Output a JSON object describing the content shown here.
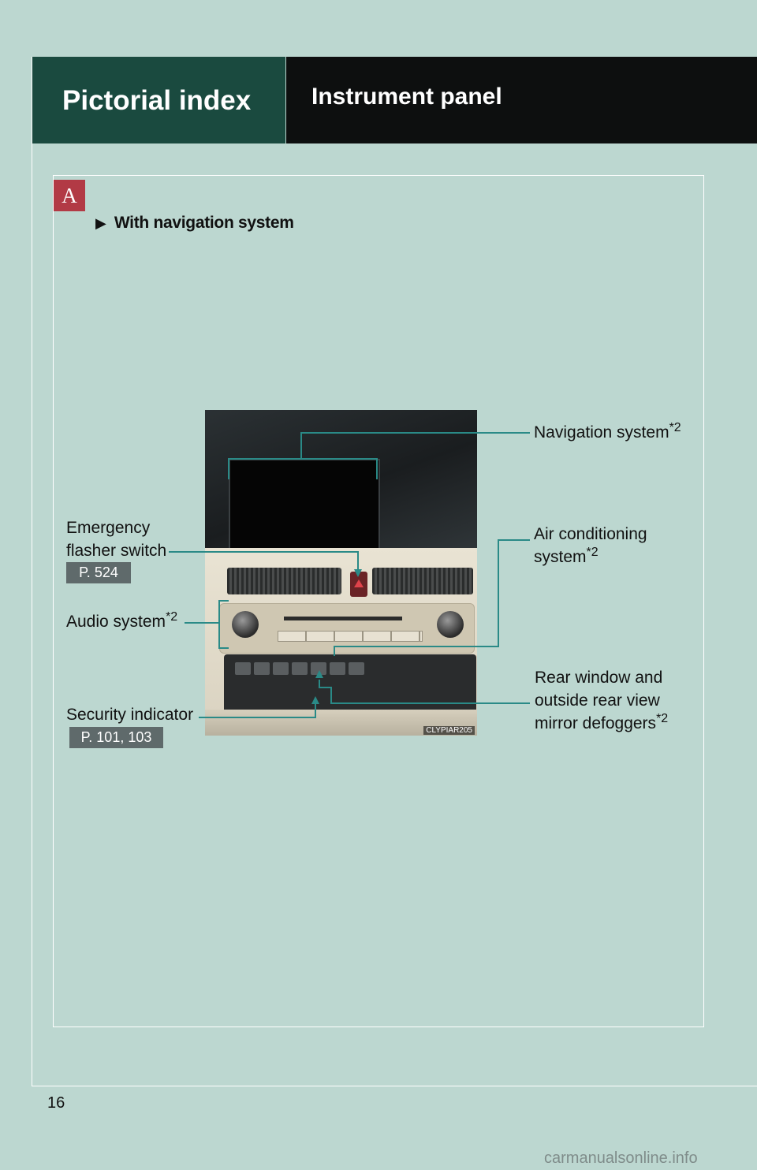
{
  "header": {
    "section_title": "Pictorial index",
    "page_title": "Instrument panel"
  },
  "section_badge": "A",
  "variant": {
    "marker": "▶",
    "label": "With navigation system"
  },
  "image": {
    "code": "CLYPIAR205"
  },
  "callouts": {
    "navigation": {
      "label": "Navigation system",
      "note": "*2"
    },
    "air_conditioning": {
      "line1": "Air conditioning",
      "line2": "system",
      "note": "*2"
    },
    "rear_window": {
      "line1": "Rear window and",
      "line2": "outside rear view",
      "line3": "mirror defoggers",
      "note": "*2"
    },
    "emergency": {
      "line1": "Emergency",
      "line2": "flasher switch",
      "ref": "P. 524"
    },
    "audio": {
      "label": "Audio system",
      "note": "*2"
    },
    "security": {
      "label": "Security indicator",
      "ref": "P. 101, 103"
    }
  },
  "colors": {
    "page_background": "#bcd7d0",
    "header_section_bg": "#1a4a3f",
    "header_page_bg": "#0d0f0f",
    "badge": "#b23a45",
    "ref_tag": "#5f6a6b"
  },
  "page_number": "16",
  "watermark": "carmanualsonline.info"
}
